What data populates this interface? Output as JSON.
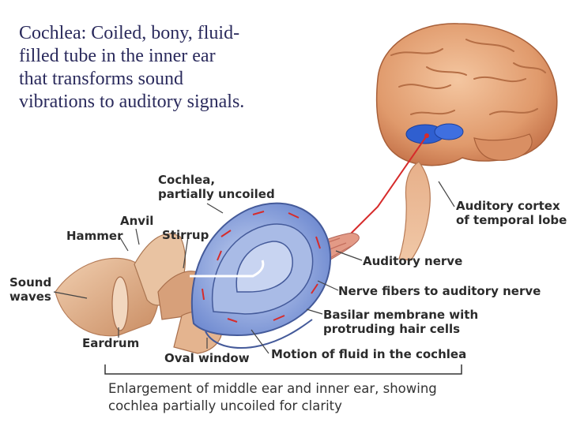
{
  "description": {
    "lines": [
      "Cochlea:  Coiled, bony, fluid-",
      "filled tube in the inner ear",
      "that transforms sound",
      "vibrations to auditory signals."
    ]
  },
  "labels": {
    "cochlea": [
      "Cochlea,",
      "partially uncoiled"
    ],
    "anvil": "Anvil",
    "hammer": "Hammer",
    "stirrup": "Stirrup",
    "sound_waves": [
      "Sound",
      "waves"
    ],
    "eardrum": "Eardrum",
    "oval_window": "Oval window",
    "motion_of_fluid": "Motion of fluid in the cochlea",
    "auditory_cortex": [
      "Auditory cortex",
      "of temporal lobe"
    ],
    "auditory_nerve": "Auditory nerve",
    "nerve_fibers": "Nerve fibers to auditory nerve",
    "basilar_membrane": [
      "Basilar membrane with",
      "protruding hair cells"
    ]
  },
  "caption": [
    "Enlargement of middle ear and inner ear, showing",
    "cochlea partially uncoiled for clarity"
  ],
  "colors": {
    "title_text": "#2a2a5c",
    "cochlea_fluid": "#8fa6dd",
    "brain": "#e6a67a",
    "auditory_cortex_highlight": "#2f5fd0",
    "signal_line": "#d62b2b",
    "bone": "#e7b893"
  }
}
